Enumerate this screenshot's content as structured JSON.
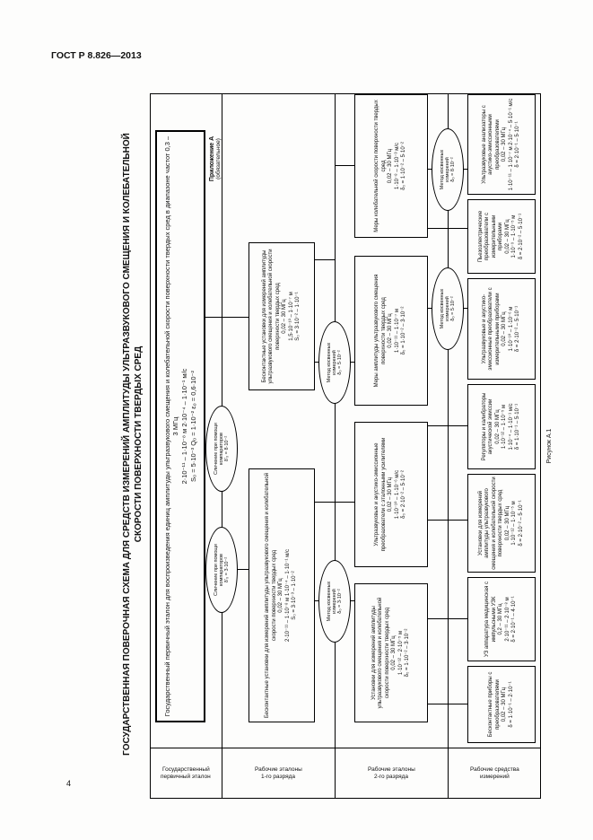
{
  "page": {
    "header": "ГОСТ Р 8.826—2013",
    "number": "4"
  },
  "appendix": {
    "label": "Приложение А",
    "note": "(обязательное)"
  },
  "title": "ГОСУДАРСТВЕННАЯ ПОВЕРОЧНАЯ СХЕМА ДЛЯ СРЕДСТВ ИЗМЕРЕНИЙ АМПЛИТУДЫ УЛЬТРАЗВУКОВОГО СМЕЩЕНИЯ И КОЛЕБАТЕЛЬНОЙ СКОРОСТИ ПОВЕРХНОСТИ ТВЕРДЫХ СРЕД",
  "caption": "Рисунок А.1",
  "sidebar": {
    "bands": [
      "Государственный\nпервичный эталон",
      "Рабочие эталоны\n1-го разряда",
      "Рабочие эталоны\n2-го разряда",
      "Рабочие средства\nизмерений"
    ]
  },
  "primary": {
    "text": "Государственный первичный эталон для воспроизведения единиц амплитуды ультразвукового смещения и колебательной скорости поверхности твердых сред в диапазоне частот 0,3 – 3 МГц\n2·10⁻¹¹ – 1·10⁻⁸ м        2·10⁻⁴ – 1·10⁻¹ м/с\nS₀ = 5·10⁻³        Q₀ = 1·10⁻²        ε₀ = 0,6·10⁻²"
  },
  "ovals": {
    "o1": "Сличение при помощи\nкомпараторов\nδ'₀ = 3·10⁻²",
    "o2": "Сличение при помощи\nкомпараторов\nδ'₀ = 8·10⁻²",
    "o3": "Метод косвенных\nизмерений\nδ₀ = 3·10⁻²",
    "o4": "Метод косвенных\nизмерений\nδ₀ = 5·10⁻²",
    "o5": "Метод косвенных\nизмерений\nδ₀ = 5·10⁻²",
    "o6": "Метод косвенных\nизмерений\nδ₀ = 8·10⁻²"
  },
  "band2": {
    "boxes": [
      "Бесконтактные установки для измерений амплитуды ультразвукового смещения и колебательной скорости поверхности твердых сред\n0,02 – 30 МГц\n2·10⁻¹¹ – 1·10⁻⁸ м     1·10⁻⁴ – 1·10⁻¹ м/с\nS₀ = 3·10⁻³ – 1·10⁻²",
      "Бесконтактные установки для измерений амплитуды ультразвукового смещения и колебательной скорости поверхности твердых сред\n0,02 – 30 МГц\n1,5·10⁻¹⁰ – 1·10⁻⁷ м\nS₀ = 3·10⁻² – 1·10⁻¹"
    ]
  },
  "band3": {
    "boxes": [
      "Установки для измерений амплитуды ультразвукового смещения и колебательной скорости поверхности твердых сред\n0,02 – 30 МГц\n1·10⁻¹² – 2·10⁻⁵ м\nδ₀ = 1·10⁻² – 3·10⁻²",
      "Ультразвуковые и акустико-эмиссионные преобразователи с эталонными усилителями\n0,02 – 30 МГц\n1·10⁻¹⁰ – 1·10⁻⁶ м/с\nδ₀ = 2·10⁻² – 5·10⁻²",
      "Меры амплитуды ультразвукового смещения поверхности твердых сред\n0,02 – 30 МГц\n1·10⁻¹¹ – 1·10⁻⁷ м\nδ₀ = 1·10⁻² – 3·10⁻²",
      "Меры колебательной скорости поверхности твердых сред\n0,02 – 30 МГц\n1·10⁻⁸ – 1·10⁻³ м/с\nδ₀ = 1·10⁻² – 5·10⁻²"
    ]
  },
  "band4": {
    "boxes": [
      "Бесконтактные приборы с преобразователями\n0,02 – 30 МГц\nδ = 1·10⁻¹ – 2·10⁻¹",
      "УЗ аппаратура медицинская с импульсными УЗК\n0,2 – 30 МГц\n2·10⁻¹¹ – 2·10⁻⁸ м\nδ = 2·10⁻¹ – 4·10⁻¹",
      "Установки для измерений амплитуды ультразвукового смещения и колебательной скорости поверхности твердых сред\n0,02 – 30 МГц\n1·10⁻¹² – 1·10⁻⁵ м\nδ = 2·10⁻² – 5·10⁻¹",
      "Регуляторы и калибраторы акустической эмиссии\n0,02 – 30 МГц\n1·10⁻¹² – 1·10⁻⁵ м\n1·10⁻⁴ – 1·10⁻¹ м/с\nδ = 1·10⁻¹ – 5·10⁻¹",
      "Ультразвуковые и акустико-эмиссионные преобразователи с измерительными приборами\n0,02 – 30 МГц\n1·10⁻¹⁰ – 1·10⁻⁶ м\nδ = 2·10⁻² – 5·10⁻¹",
      "Пьезоэлектрические преобразователи с измерительными приборами\n0,02 – 30 МГц\n1·10⁻⁹ – 1·10⁻⁵ м\nδ = 2·10⁻² – 5·10⁻¹",
      "Ультразвуковые анализаторы с акустико-эмиссионными преобразователями\n0,02 – 30 МГц\n1·10⁻¹¹ – 1·10⁻⁷ м   2·10⁻⁴ – 5·10⁻¹ м/с\nδ = 2·10⁻¹ – 5·10⁻¹"
    ]
  }
}
